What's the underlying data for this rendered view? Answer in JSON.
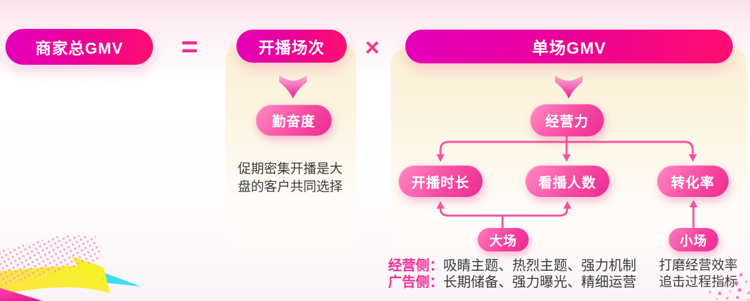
{
  "formula": {
    "total_gmv": "商家总GMV",
    "equals_sign": "=",
    "sessions": "开播场次",
    "multiply_sign": "×",
    "single_gmv": "单场GMV"
  },
  "sessions_branch": {
    "factor": "勤奋度",
    "note_lines": [
      "促期密集开播是大",
      "盘的客户共同选择"
    ]
  },
  "single_branch": {
    "factor": "经营力",
    "metrics": [
      "开播时长",
      "看播人数",
      "转化率"
    ],
    "big_session": "大场",
    "small_session": "小场",
    "tips": [
      {
        "label": "经营侧：",
        "text": "吸睛主题、热烈主题、强力机制"
      },
      {
        "label": "广告侧：",
        "text": "长期储备、强力曝光、精细运营"
      }
    ],
    "small_session_note_lines": [
      "打磨经营效率",
      "追击过程指标"
    ]
  },
  "colors": {
    "header_pill_start": "#e400bb",
    "header_pill_end": "#ff0f70",
    "sub_pill_start": "#ff8ac2",
    "sub_pill_end": "#ee2b92",
    "connector_pink": "#f2559f",
    "panel_cream": "#fbf0d4",
    "accent_text_pink": "#f02f96",
    "text_dark": "#3c3c3c",
    "decor_yellow": "#f4f520",
    "decor_cyan": "#3ddcf5",
    "decor_magenta": "#ef1d95"
  }
}
